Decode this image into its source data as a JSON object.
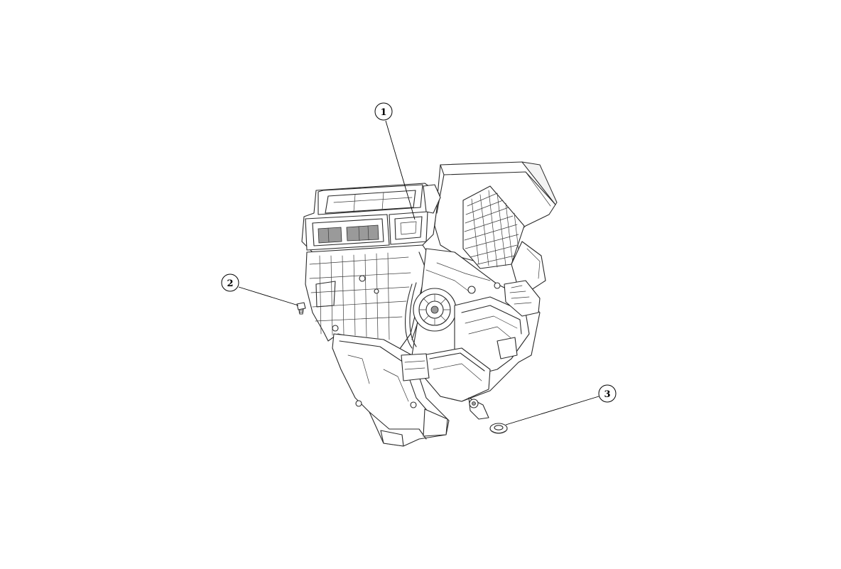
{
  "callouts": [
    {
      "id": "callout-1",
      "label": "1"
    },
    {
      "id": "callout-2",
      "label": "2"
    },
    {
      "id": "callout-3",
      "label": "3"
    }
  ],
  "parts": {
    "main": "hvac-housing-assembly",
    "small_left": "screw",
    "small_right": "grommet"
  }
}
